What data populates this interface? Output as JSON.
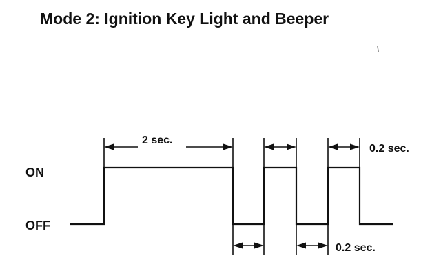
{
  "title": "Mode 2: Ignition Key Light and Beeper",
  "levels": {
    "on": "ON",
    "off": "OFF"
  },
  "annotations": {
    "on_duration": "2 sec.",
    "pulse_on": "0.2 sec.",
    "pulse_off": "0.2 sec."
  }
}
